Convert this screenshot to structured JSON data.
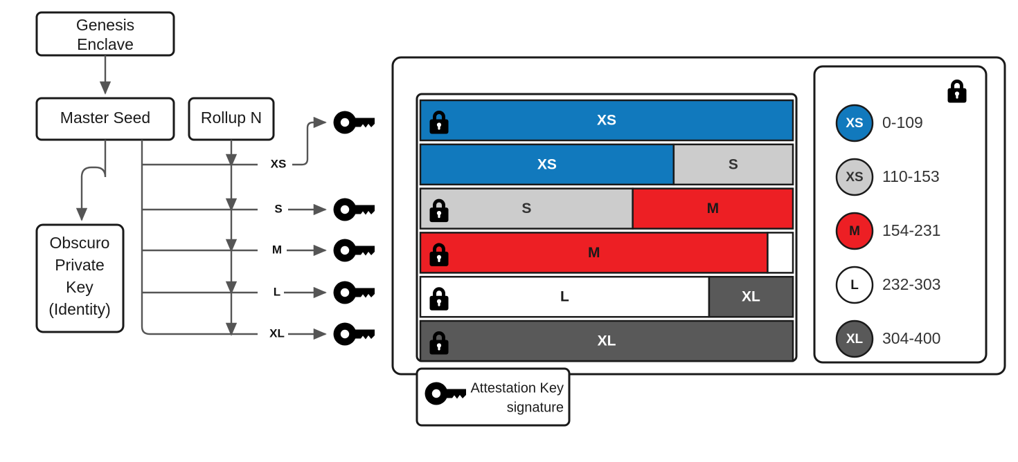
{
  "diagram": {
    "title_nodes": [
      {
        "id": "genesis-enclave",
        "label": "Genesis\nEnclave",
        "line1": "Genesis",
        "line2": "Enclave"
      },
      {
        "id": "master-seed",
        "label": "Master Seed"
      },
      {
        "id": "rollup-n",
        "label": "Rollup N"
      },
      {
        "id": "obscuro-private-key",
        "line1": "Obscuro",
        "line2": "Private",
        "line3": "Key",
        "line4": "(Identity)"
      }
    ],
    "flow_labels": [
      "XS",
      "S",
      "M",
      "L",
      "XL"
    ],
    "key_icon_name": "attestation-key-icon",
    "lock_icon_name": "padlock-icon"
  },
  "caption": {
    "line1": "Attestation Key",
    "line2": "signature"
  },
  "colors": {
    "blue": "#1179bd",
    "light_gray": "#cccccc",
    "red": "#ed1f24",
    "white": "#ffffff",
    "dark_gray": "#595959",
    "outline": "#1a1a1a",
    "flow_line": "#555555"
  },
  "chart_data": {
    "type": "bar",
    "title": "",
    "xlabel": "",
    "ylabel": "",
    "xlim": [
      0,
      400
    ],
    "grid": false,
    "legend_position": "right",
    "categories": [
      "row-1",
      "row-2",
      "row-3",
      "row-4",
      "row-5",
      "row-6"
    ],
    "rows": [
      {
        "index": 1,
        "has_lock": true,
        "segments": [
          {
            "label": "XS",
            "color": "#1179bd",
            "text_color": "#ffffff",
            "start": 0,
            "end": 400,
            "width_pct": 100
          }
        ]
      },
      {
        "index": 2,
        "has_lock": false,
        "segments": [
          {
            "label": "XS",
            "color": "#1179bd",
            "text_color": "#ffffff",
            "start": 0,
            "end": 272,
            "width_pct": 68
          },
          {
            "label": "S",
            "color": "#cccccc",
            "text_color": "#333333",
            "start": 272,
            "end": 400,
            "width_pct": 32
          }
        ]
      },
      {
        "index": 3,
        "has_lock": true,
        "segments": [
          {
            "label": "S",
            "color": "#cccccc",
            "text_color": "#333333",
            "start": 0,
            "end": 228,
            "width_pct": 57
          },
          {
            "label": "M",
            "color": "#ed1f24",
            "text_color": "#1a1a1a",
            "start": 228,
            "end": 400,
            "width_pct": 43
          }
        ]
      },
      {
        "index": 4,
        "has_lock": true,
        "segments": [
          {
            "label": "M",
            "color": "#ed1f24",
            "text_color": "#1a1a1a",
            "start": 0,
            "end": 373,
            "width_pct": 93.2
          },
          {
            "label": "",
            "color": "#ffffff",
            "text_color": "#1a1a1a",
            "start": 373,
            "end": 400,
            "width_pct": 6.8
          }
        ]
      },
      {
        "index": 5,
        "has_lock": true,
        "segments": [
          {
            "label": "L",
            "color": "#ffffff",
            "text_color": "#1a1a1a",
            "start": 0,
            "end": 310,
            "width_pct": 77.5
          },
          {
            "label": "XL",
            "color": "#595959",
            "text_color": "#ffffff",
            "start": 310,
            "end": 400,
            "width_pct": 22.5
          }
        ]
      },
      {
        "index": 6,
        "has_lock": true,
        "segments": [
          {
            "label": "XL",
            "color": "#595959",
            "text_color": "#ffffff",
            "start": 0,
            "end": 400,
            "width_pct": 100
          }
        ]
      }
    ],
    "legend": [
      {
        "initial": "XS",
        "range": "0-109",
        "color": "#1179bd",
        "text_color": "#ffffff"
      },
      {
        "initial": "XS",
        "range": "110-153",
        "color": "#cccccc",
        "text_color": "#333333"
      },
      {
        "initial": "M",
        "range": "154-231",
        "color": "#ed1f24",
        "text_color": "#1a1a1a"
      },
      {
        "initial": "L",
        "range": "232-303",
        "color": "#ffffff",
        "text_color": "#1a1a1a"
      },
      {
        "initial": "XL",
        "range": "304-400",
        "color": "#595959",
        "text_color": "#ffffff"
      }
    ]
  }
}
